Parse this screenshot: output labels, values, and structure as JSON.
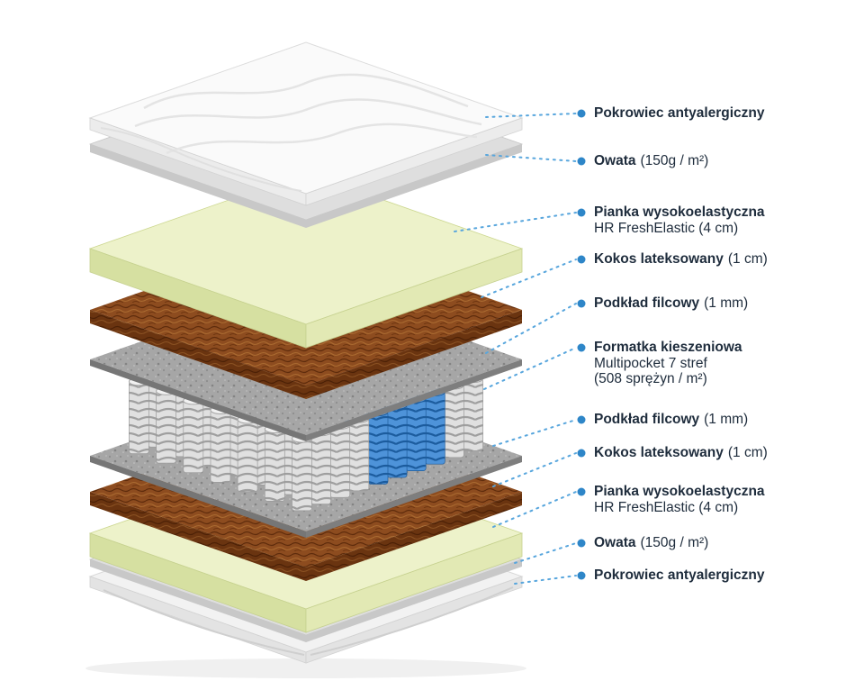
{
  "colors": {
    "accent": "#2e86c8",
    "leader_line": "#58a6dd",
    "text": "#1e2c3c",
    "cover_top": "#fafafa",
    "cover_side": "#ececec",
    "cover_bottom_top": "#f2f2f2",
    "cover_bottom_side": "#e3e3e3",
    "owata_top": "#dedede",
    "owata_side": "#c8c8c8",
    "foam_top": "#edf2ca",
    "foam_side_left": "#d6e0a1",
    "foam_side_right": "#e2e9b4",
    "spring_gray": "#e0e0e0",
    "spring_blue": "#4e93d9",
    "kokos_brown": "#8d4c1f",
    "felt_gray": "#a6a6a6"
  },
  "labels": [
    {
      "title": "Pokrowiec antyalergiczny"
    },
    {
      "title": "Owata",
      "suffix": "(150g / m²)"
    },
    {
      "title": "Pianka wysokoelastyczna",
      "line2": "HR FreshElastic (4 cm)"
    },
    {
      "title": "Kokos lateksowany",
      "suffix": "(1 cm)"
    },
    {
      "title": "Podkład filcowy",
      "suffix": "(1 mm)"
    },
    {
      "title": "Formatka kieszeniowa",
      "line2": "Multipocket 7 stref",
      "line3": "(508 sprężyn / m²)"
    },
    {
      "title": "Podkład filcowy",
      "suffix": "(1 mm)"
    },
    {
      "title": "Kokos lateksowany",
      "suffix": "(1 cm)"
    },
    {
      "title": "Pianka wysokoelastyczna",
      "line2": "HR FreshElastic (4 cm)"
    },
    {
      "title": "Owata",
      "suffix": "(150g / m²)"
    },
    {
      "title": "Pokrowiec antyalergiczny"
    }
  ]
}
